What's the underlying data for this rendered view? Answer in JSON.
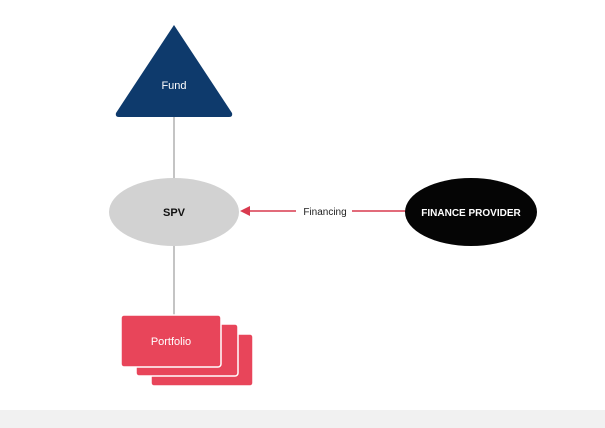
{
  "diagram": {
    "fund": {
      "label": "Fund",
      "color": "#0e3a6c"
    },
    "spv": {
      "label": "SPV",
      "color": "#d2d2d2"
    },
    "finance_provider": {
      "label": "FINANCE PROVIDER",
      "color": "#050505"
    },
    "financing": {
      "label": "Financing",
      "color": "#d93a4f"
    },
    "portfolio": {
      "label": "Portfolio",
      "color": "#e8455a"
    },
    "connector_color": "#8a8a8a"
  }
}
